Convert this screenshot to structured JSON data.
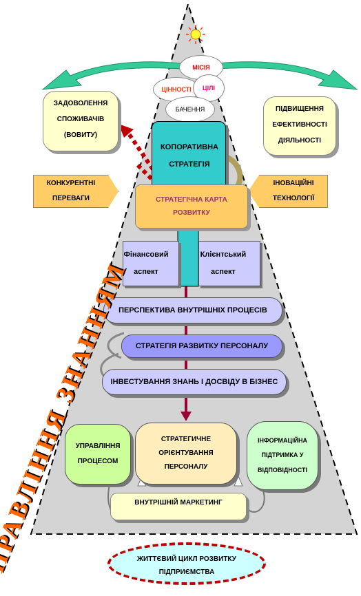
{
  "nodes": {
    "misia": "МІСІЯ",
    "tsinnosti": "ЦІННОСТІ",
    "tsili": "ЦІЛІ",
    "bachennia": "БАЧЕННЯ",
    "satisfaction": "ЗАДОВОЛЕННЯ СПОЖИВАЧІВ (ВОВИТУ)",
    "efficiency": "ПІДВИЩЕННЯ ЕФЕКТИВНОСТІ ДІЯЛЬНОСТІ",
    "corporate_strategy": "КОПОРАТИВНА СТРАТЕГІЯ",
    "competitive": "КОНКУРЕНТНІ ПЕРЕВАГИ",
    "innovation": "ІНОВАЦІЙНІ ТЕХНОЛОГІЇ",
    "strategic_map": "СТРАТЕГІЧНА КАРТА РОЗВИТКУ",
    "financial": "Фінансовий аспект",
    "client": "Клієнтський аспект",
    "internal_processes": "ПЕРСПЕКТИВА ВНУТРІШНІХ ПРОЦЕСІВ",
    "personnel_strategy": "СТРАТЕГІЯ РАЗВИТКУ ПЕРСОНАЛУ",
    "knowledge_investment": "ІНВЕСТУВАННЯ ЗНАНЬ І ДОСВІДУ В БІЗНЕС",
    "process_management": "УПРАВЛІННЯ ПРОЦЕСОМ",
    "strategic_orientation": "СТРАТЕГИЧНЕ ОРІЄНТУВАННЯ ПЕРСОНАЛУ",
    "info_support": "ІНФОРМАЦІЙНА ПІДТРИМКА У ВІДПОВІДНОСТІ",
    "internal_marketing": "ВНУТРІШНІЙ МАРКЕТИНГ",
    "life_cycle": "ЖИТТЄВИЙ ЦИКЛ РОЗВИТКУ ПІДПРИЄМСТВА",
    "knowledge_management": "УПРАВЛІННЯ ЗНАННЯМ"
  },
  "colors": {
    "pyramid_fill": "#d4d4d4",
    "cyan_box": "#33cccc",
    "yellow_box": "#ffffcc",
    "orange_box": "#ffcc66",
    "lavender": "#ccccff",
    "purple_band": "#9999ff",
    "light_yellow_green": "#ccff99",
    "mint": "#ccffcc",
    "life_cycle_fill": "#ccffff",
    "dashed_red": "#c00000",
    "arrow_maroon": "#990033",
    "green_arrow": "#33cc99",
    "rotated_text": "#ff6600"
  }
}
